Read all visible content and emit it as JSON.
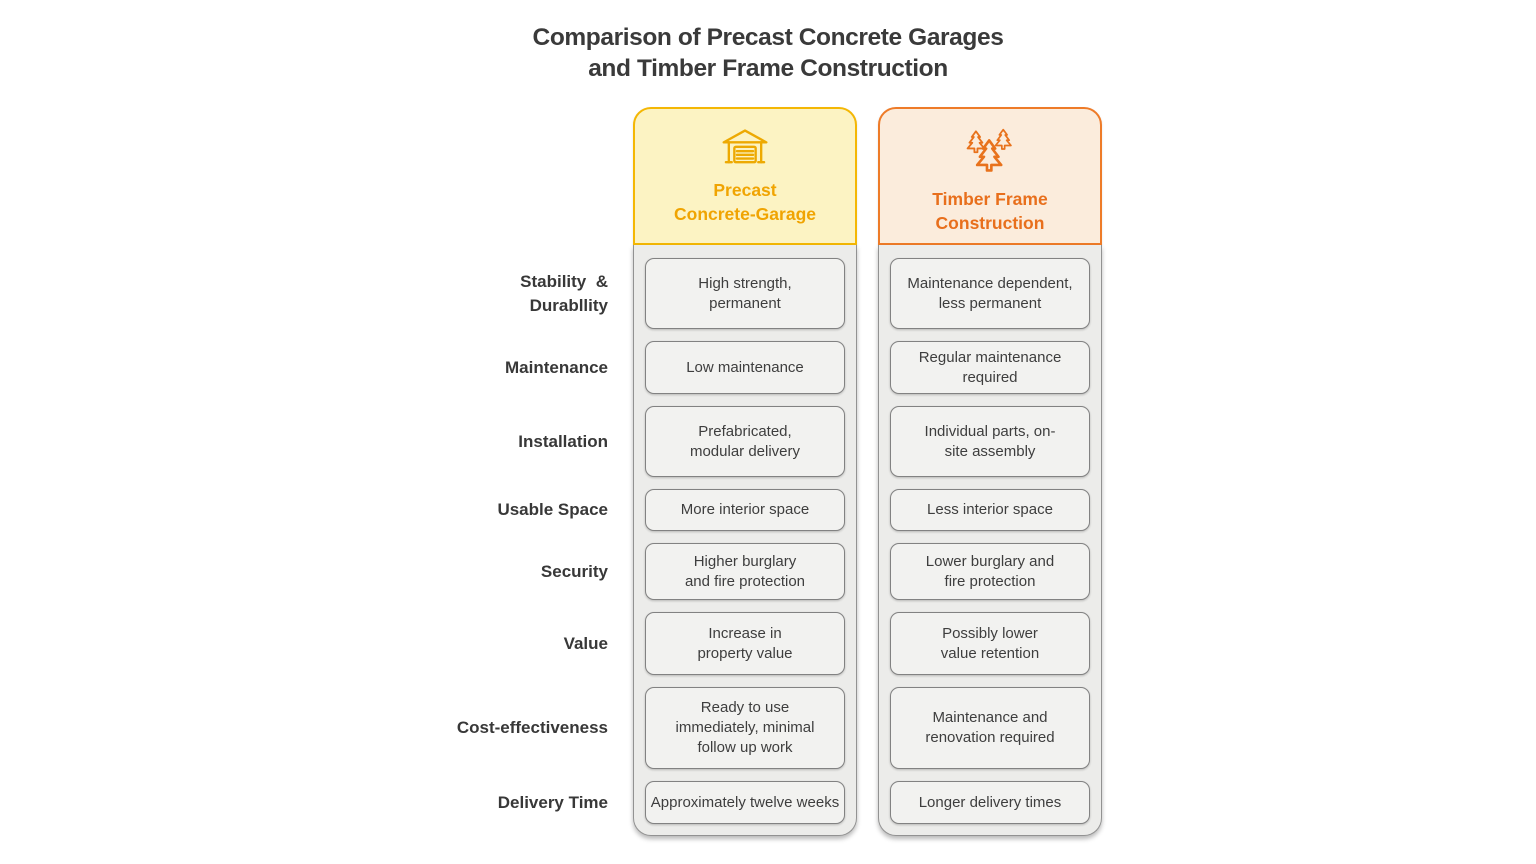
{
  "title": {
    "line1": "Comparison of Precast Concrete Garages",
    "line2": "and Timber Frame Construction"
  },
  "columns": [
    {
      "id": "precast",
      "icon": "garage-icon",
      "title": "Precast\nConcrete-Garage",
      "colors": {
        "background": "#FCF3C3",
        "border": "#F4B704",
        "text": "#F0A402",
        "icon": "#EDA902"
      }
    },
    {
      "id": "timber",
      "icon": "pine-trees-icon",
      "title": "Timber Frame\nConstruction",
      "colors": {
        "background": "#FBECDC",
        "border": "#EE7B28",
        "text": "#E86F1C",
        "icon": "#E8721C"
      }
    }
  ],
  "rows": [
    {
      "label": "Stability  &\nDurabllity",
      "precast": "High strength,\npermanent",
      "timber": "Maintenance dependent,\nless permanent"
    },
    {
      "label": "Maintenance",
      "precast": "Low maintenance",
      "timber": "Regular maintenance\nrequired"
    },
    {
      "label": "Installation",
      "precast": "Prefabricated,\nmodular delivery",
      "timber": "Individual parts, on-\nsite assembly"
    },
    {
      "label": "Usable Space",
      "precast": "More interior space",
      "timber": "Less interior space"
    },
    {
      "label": "Security",
      "precast": "Higher burglary\nand fire protection",
      "timber": "Lower burglary and\nfire protection"
    },
    {
      "label": "Value",
      "precast": "Increase in\nproperty value",
      "timber": "Possibly lower\nvalue retention"
    },
    {
      "label": "Cost-effectiveness",
      "precast": "Ready to use\nimmediately, minimal\nfollow up work",
      "timber": "Maintenance and\nrenovation required"
    },
    {
      "label": "Delivery Time",
      "precast": "Approximately twelve weeks",
      "timber": "Longer delivery times"
    }
  ]
}
